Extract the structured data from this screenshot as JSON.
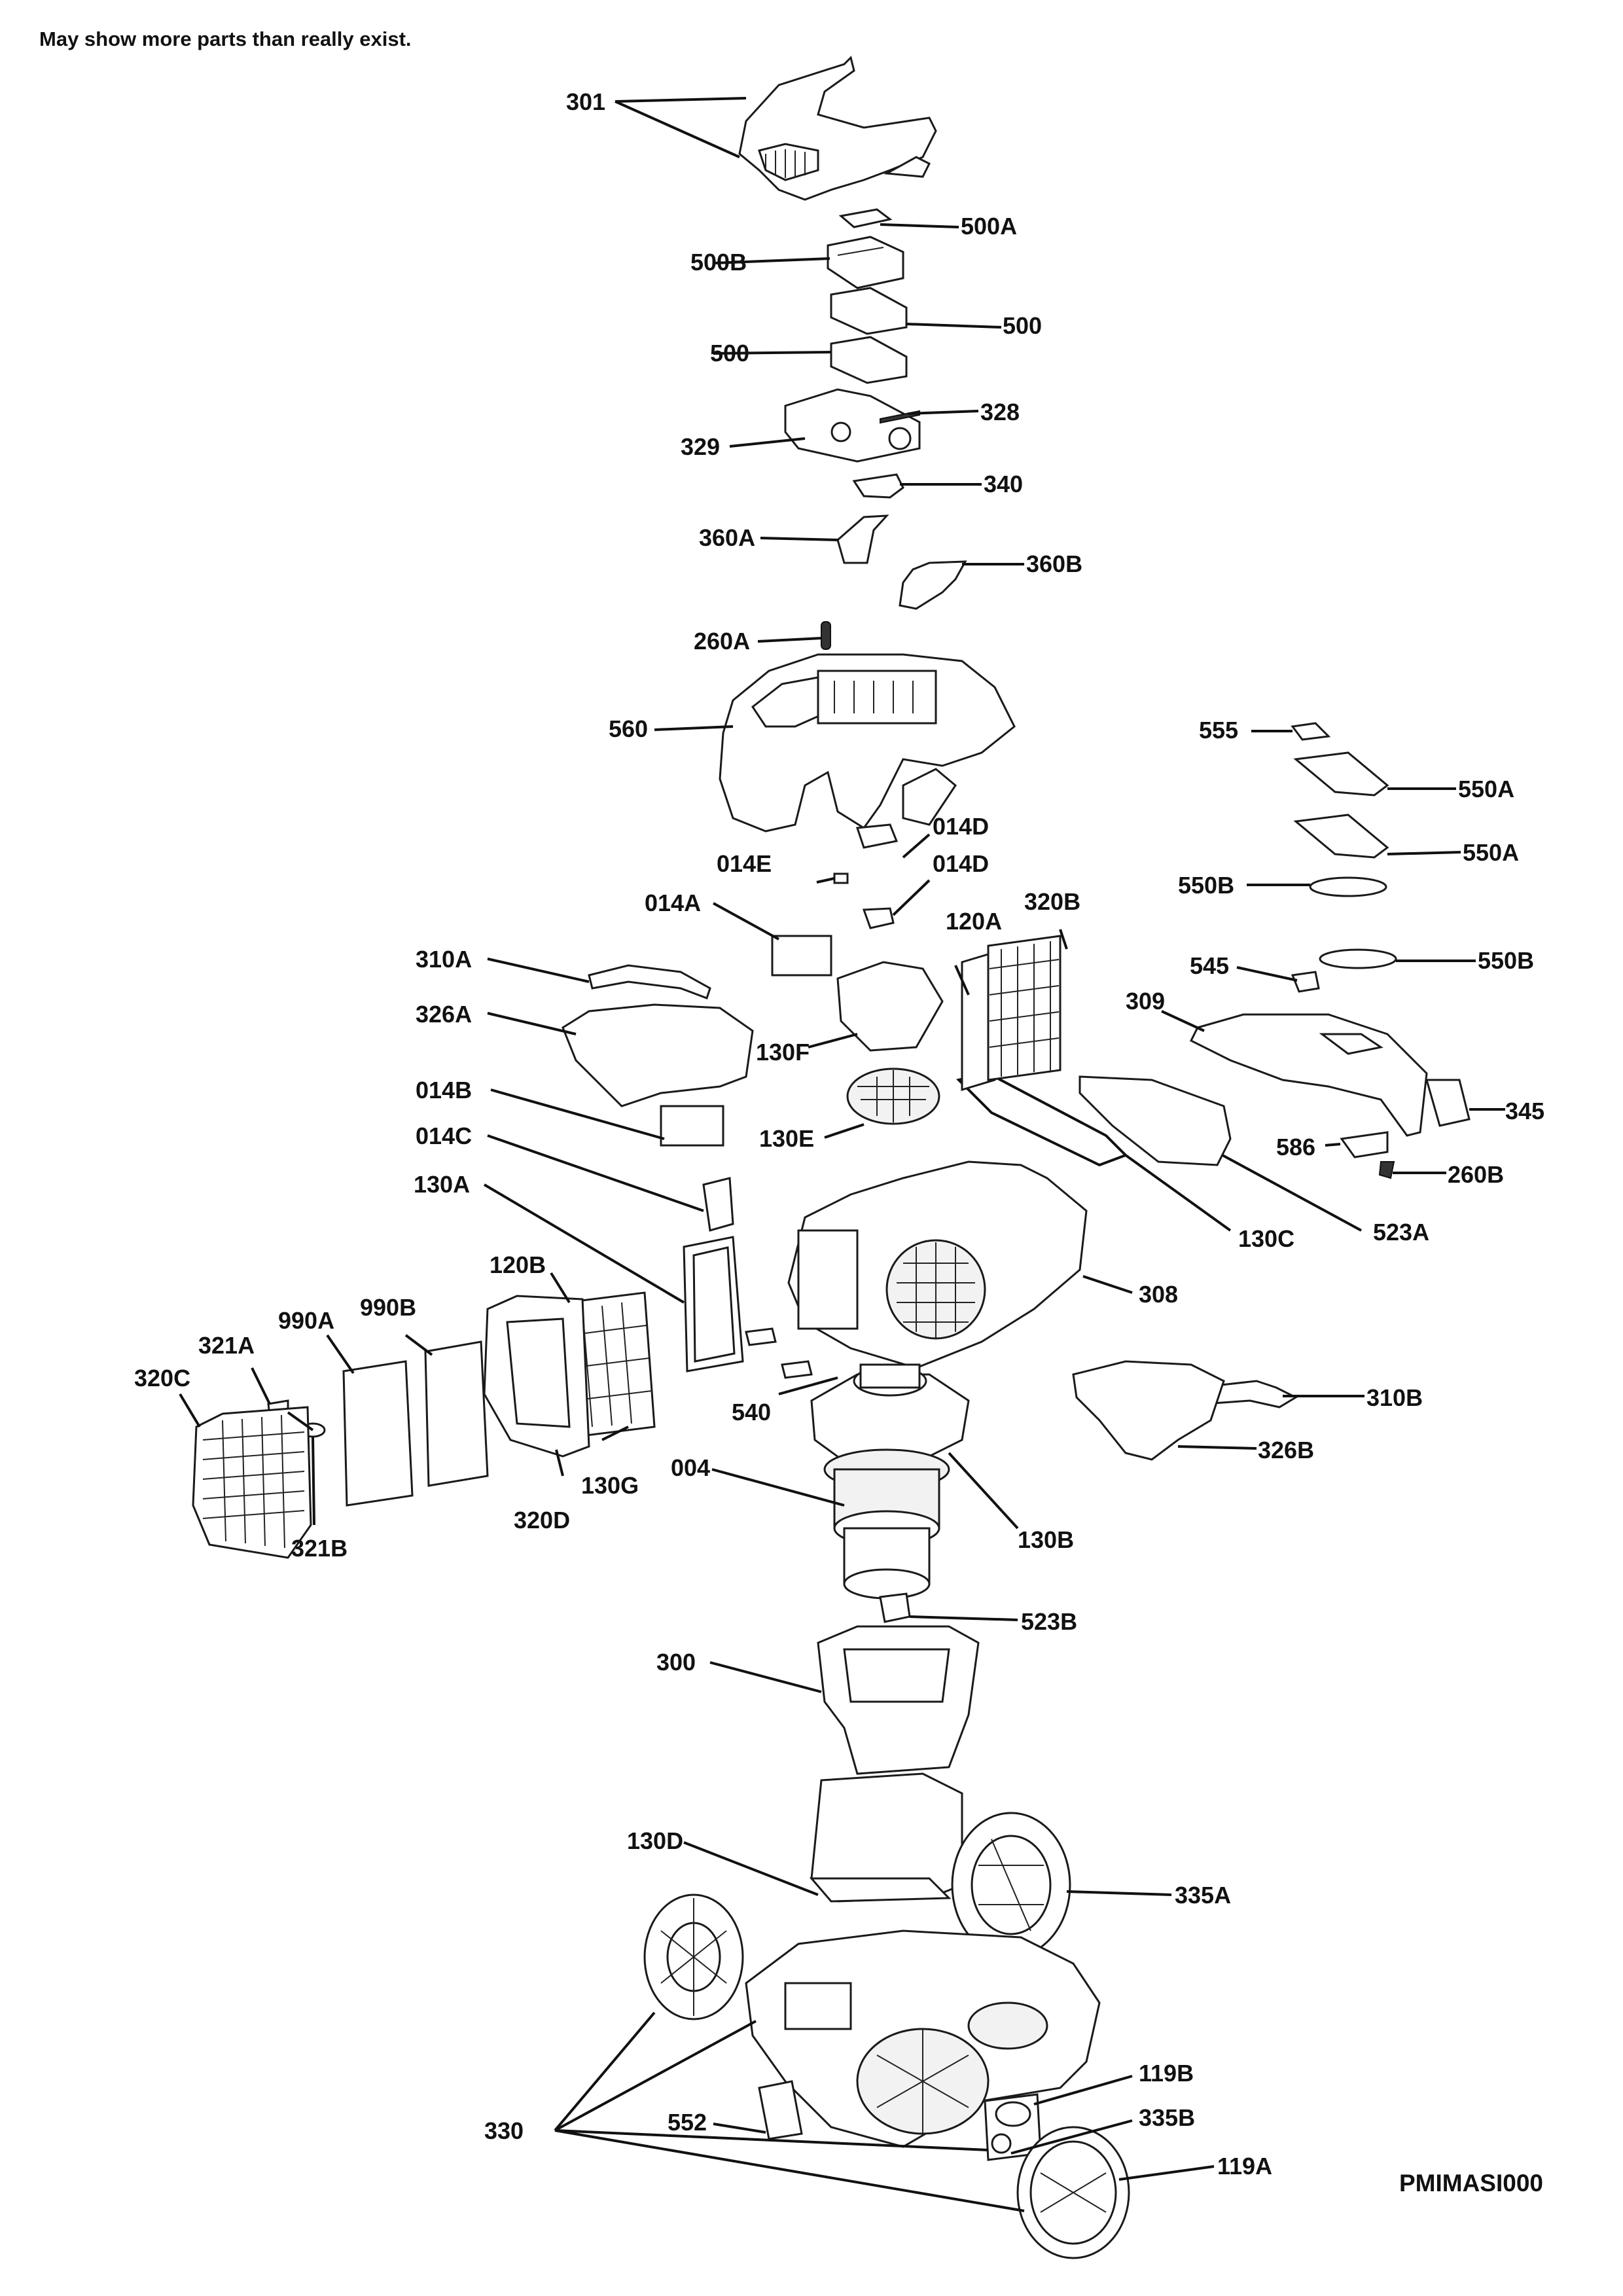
{
  "diagram": {
    "note": "May show more parts than really exist.",
    "drawing_code": "PMIMASI000",
    "callouts": [
      "301",
      "500A",
      "500B",
      "500",
      "500",
      "328",
      "329",
      "340",
      "360A",
      "360B",
      "260A",
      "560",
      "555",
      "550A",
      "550A",
      "550B",
      "550B",
      "014D",
      "014D",
      "014E",
      "014A",
      "120A",
      "320B",
      "545",
      "309",
      "345",
      "586",
      "260B",
      "310A",
      "326A",
      "130F",
      "130E",
      "014B",
      "014C",
      "130A",
      "130C",
      "523A",
      "308",
      "120B",
      "990A",
      "990B",
      "321A",
      "320C",
      "540",
      "310B",
      "326B",
      "004",
      "130G",
      "320D",
      "321B",
      "130B",
      "523B",
      "300",
      "130D",
      "335A",
      "330",
      "552",
      "119B",
      "335B",
      "119A"
    ]
  }
}
